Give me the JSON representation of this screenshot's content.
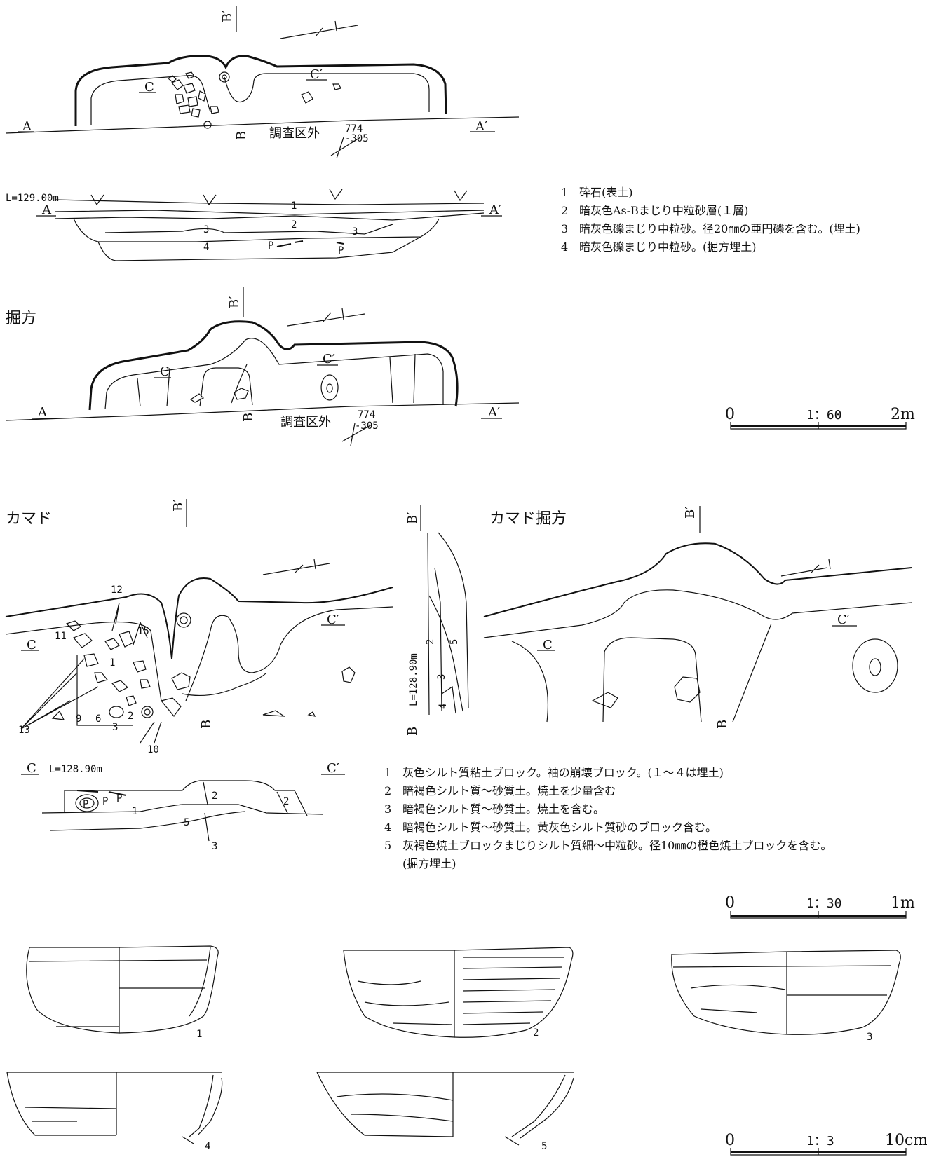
{
  "section_a": {
    "heading": "掘方",
    "section_labels": [
      "A",
      "A′",
      "B",
      "B′",
      "C",
      "C′"
    ],
    "outside_label": "調査区外",
    "grid_ref": [
      "774",
      "-305"
    ],
    "elevation": "L=129.00m",
    "layer_numbers": [
      "1",
      "2",
      "3",
      "3",
      "4",
      "P",
      "P"
    ],
    "legend": [
      {
        "num": "1",
        "text": "砕石(表土)"
      },
      {
        "num": "2",
        "text": "暗灰色As-Bまじり中粒砂層(１層)"
      },
      {
        "num": "3",
        "text": "暗灰色礫まじり中粒砂。径20㎜の亜円礫を含む。(埋土)"
      },
      {
        "num": "4",
        "text": "暗灰色礫まじり中粒砂。(掘方埋土)"
      }
    ],
    "scale": {
      "start": "0",
      "ratio": "1：60",
      "end": "2m"
    }
  },
  "section_b": {
    "heading_plan": "カマド",
    "heading_pit": "カマド掘方",
    "elevation_c": "L=128.90m",
    "elevation_b": "L=128.90m",
    "artifact_numbers": [
      "12",
      "11",
      "15",
      "13",
      "9",
      "6",
      "3",
      "2",
      "10",
      "1"
    ],
    "profile_numbers": [
      "2",
      "5",
      "3",
      "4"
    ],
    "legend": [
      {
        "num": "1",
        "text": "灰色シルト質粘土ブロック。袖の崩壊ブロック。(１～４は埋土)"
      },
      {
        "num": "2",
        "text": "暗褐色シルト質～砂質土。焼土を少量含む"
      },
      {
        "num": "3",
        "text": "暗褐色シルト質～砂質土。焼土を含む。"
      },
      {
        "num": "4",
        "text": "暗褐色シルト質～砂質土。黄灰色シルト質砂のブロック含む。"
      },
      {
        "num": "5",
        "text": "灰褐色焼土ブロックまじりシルト質細～中粒砂。径10㎜の橙色焼土ブロックを含む。"
      },
      {
        "num": "",
        "text": "(掘方埋土)"
      }
    ],
    "scale": {
      "start": "0",
      "ratio": "1：30",
      "end": "1m"
    }
  },
  "pottery": {
    "numbers": [
      "1",
      "2",
      "3",
      "4",
      "5"
    ],
    "scale": {
      "start": "0",
      "ratio": "1：3",
      "end": "10cm"
    }
  }
}
